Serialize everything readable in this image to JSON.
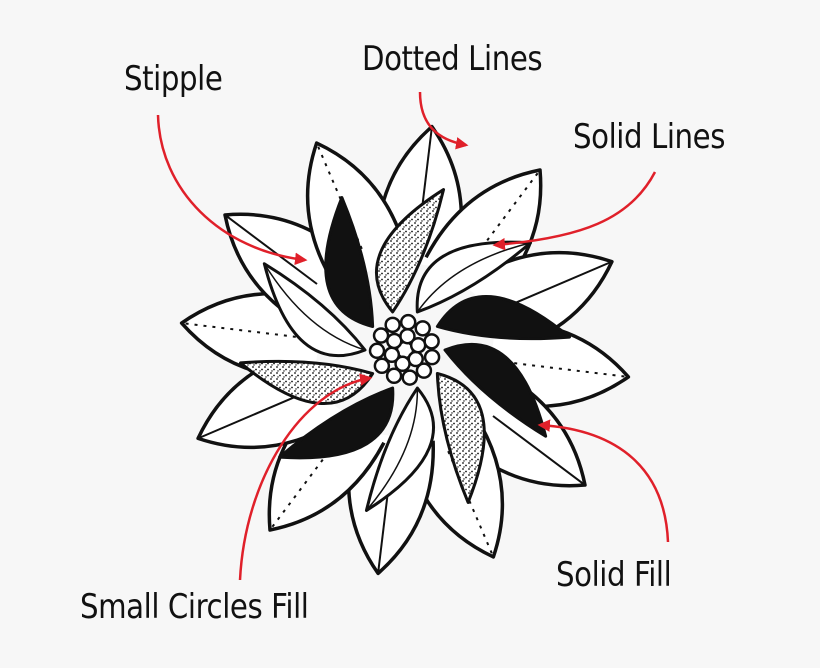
{
  "labels": {
    "stipple": "Stipple",
    "dotted_lines": "Dotted Lines",
    "solid_lines": "Solid Lines",
    "small_circles_fill": "Small Circles Fill",
    "solid_fill": "Solid Fill"
  },
  "colors": {
    "background": "#f7f7f7",
    "ink": "#111111",
    "arrow": "#e0202a"
  }
}
